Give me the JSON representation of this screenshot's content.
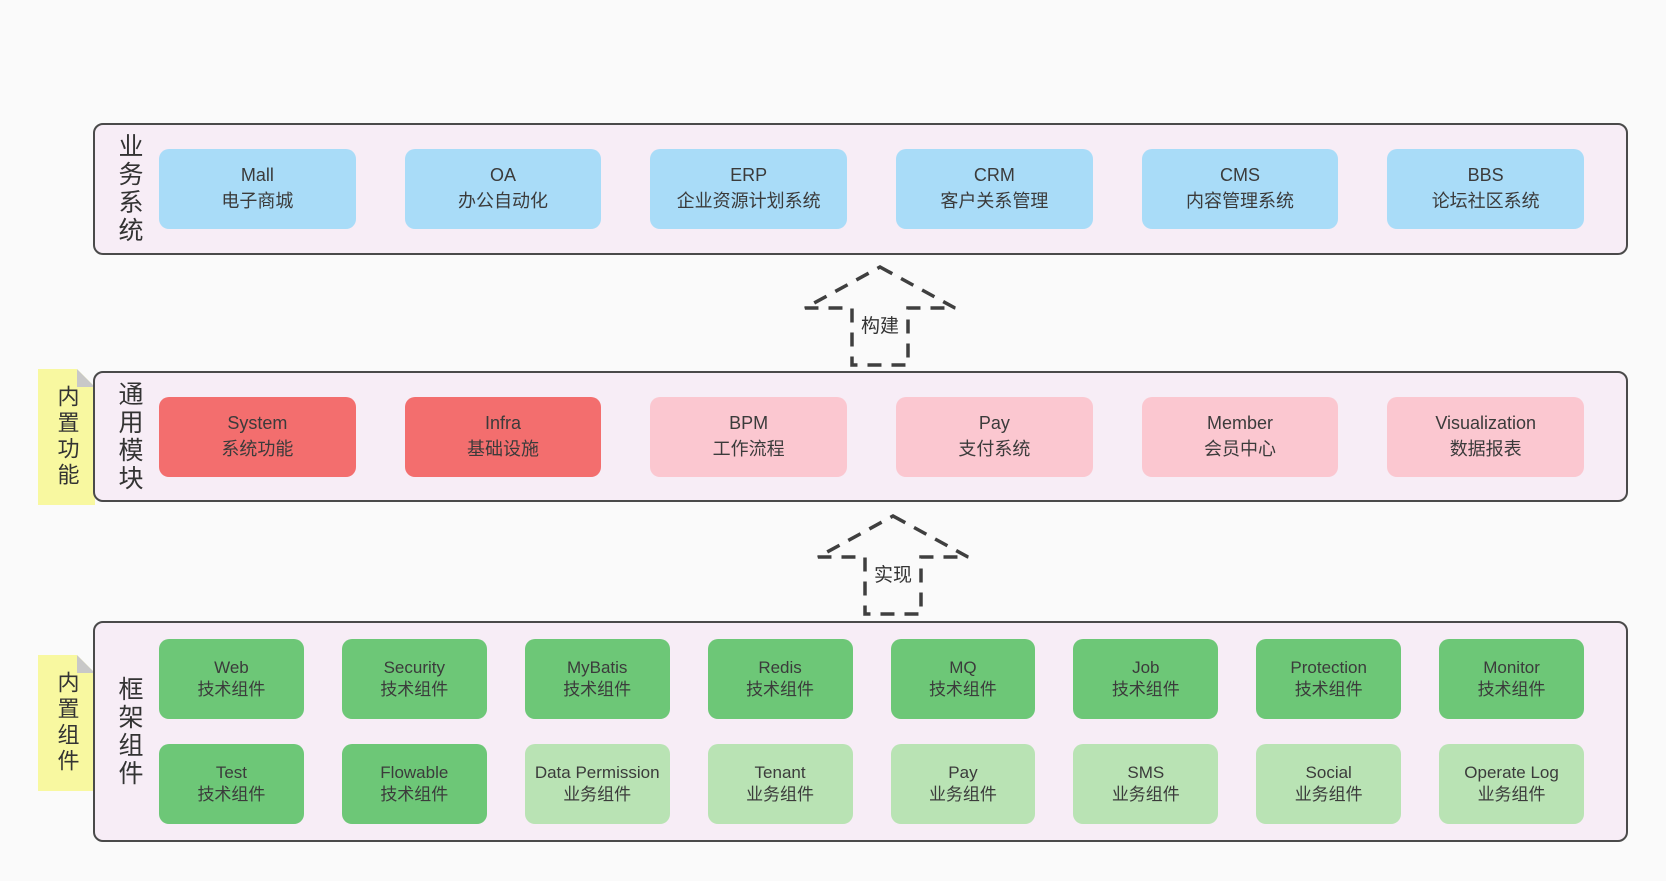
{
  "colors": {
    "page_bg": "#fafafa",
    "panel_bg": "#f7edf6",
    "panel_border": "#4a4a4a",
    "blue": "#a9dcf8",
    "red": "#f36e6e",
    "pink": "#fbc7d0",
    "green": "#6dc777",
    "lightgreen": "#b9e3b4",
    "yellow": "#f8f8a0",
    "fold_gray": "#c8c8c8",
    "text": "#3b3b3b",
    "arrow": "#3f3f3f"
  },
  "diagram": {
    "layers": [
      {
        "label": "业务系统",
        "boxes": [
          {
            "name": "Mall",
            "desc": "电子商城",
            "variant": "blue"
          },
          {
            "name": "OA",
            "desc": "办公自动化",
            "variant": "blue"
          },
          {
            "name": "ERP",
            "desc": "企业资源计划系统",
            "variant": "blue"
          },
          {
            "name": "CRM",
            "desc": "客户关系管理",
            "variant": "blue"
          },
          {
            "name": "CMS",
            "desc": "内容管理系统",
            "variant": "blue"
          },
          {
            "name": "BBS",
            "desc": "论坛社区系统",
            "variant": "blue"
          }
        ]
      },
      {
        "label": "通用模块",
        "note": "内置功能",
        "boxes": [
          {
            "name": "System",
            "desc": "系统功能",
            "variant": "red"
          },
          {
            "name": "Infra",
            "desc": "基础设施",
            "variant": "red"
          },
          {
            "name": "BPM",
            "desc": "工作流程",
            "variant": "pink"
          },
          {
            "name": "Pay",
            "desc": "支付系统",
            "variant": "pink"
          },
          {
            "name": "Member",
            "desc": "会员中心",
            "variant": "pink"
          },
          {
            "name": "Visualization",
            "desc": "数据报表",
            "variant": "pink"
          }
        ]
      },
      {
        "label": "框架组件",
        "note": "内置组件",
        "boxes": [
          {
            "name": "Web",
            "desc": "技术组件",
            "variant": "green"
          },
          {
            "name": "Security",
            "desc": "技术组件",
            "variant": "green"
          },
          {
            "name": "MyBatis",
            "desc": "技术组件",
            "variant": "green"
          },
          {
            "name": "Redis",
            "desc": "技术组件",
            "variant": "green"
          },
          {
            "name": "MQ",
            "desc": "技术组件",
            "variant": "green"
          },
          {
            "name": "Job",
            "desc": "技术组件",
            "variant": "green"
          },
          {
            "name": "Protection",
            "desc": "技术组件",
            "variant": "green"
          },
          {
            "name": "Monitor",
            "desc": "技术组件",
            "variant": "green"
          },
          {
            "name": "Test",
            "desc": "技术组件",
            "variant": "green"
          },
          {
            "name": "Flowable",
            "desc": "技术组件",
            "variant": "green"
          },
          {
            "name": "Data Permission",
            "desc": "业务组件",
            "variant": "lightgreen"
          },
          {
            "name": "Tenant",
            "desc": "业务组件",
            "variant": "lightgreen"
          },
          {
            "name": "Pay",
            "desc": "业务组件",
            "variant": "lightgreen"
          },
          {
            "name": "SMS",
            "desc": "业务组件",
            "variant": "lightgreen"
          },
          {
            "name": "Social",
            "desc": "业务组件",
            "variant": "lightgreen"
          },
          {
            "name": "Operate Log",
            "desc": "业务组件",
            "variant": "lightgreen"
          }
        ]
      }
    ],
    "arrows": [
      {
        "label": "构建"
      },
      {
        "label": "实现"
      }
    ]
  }
}
